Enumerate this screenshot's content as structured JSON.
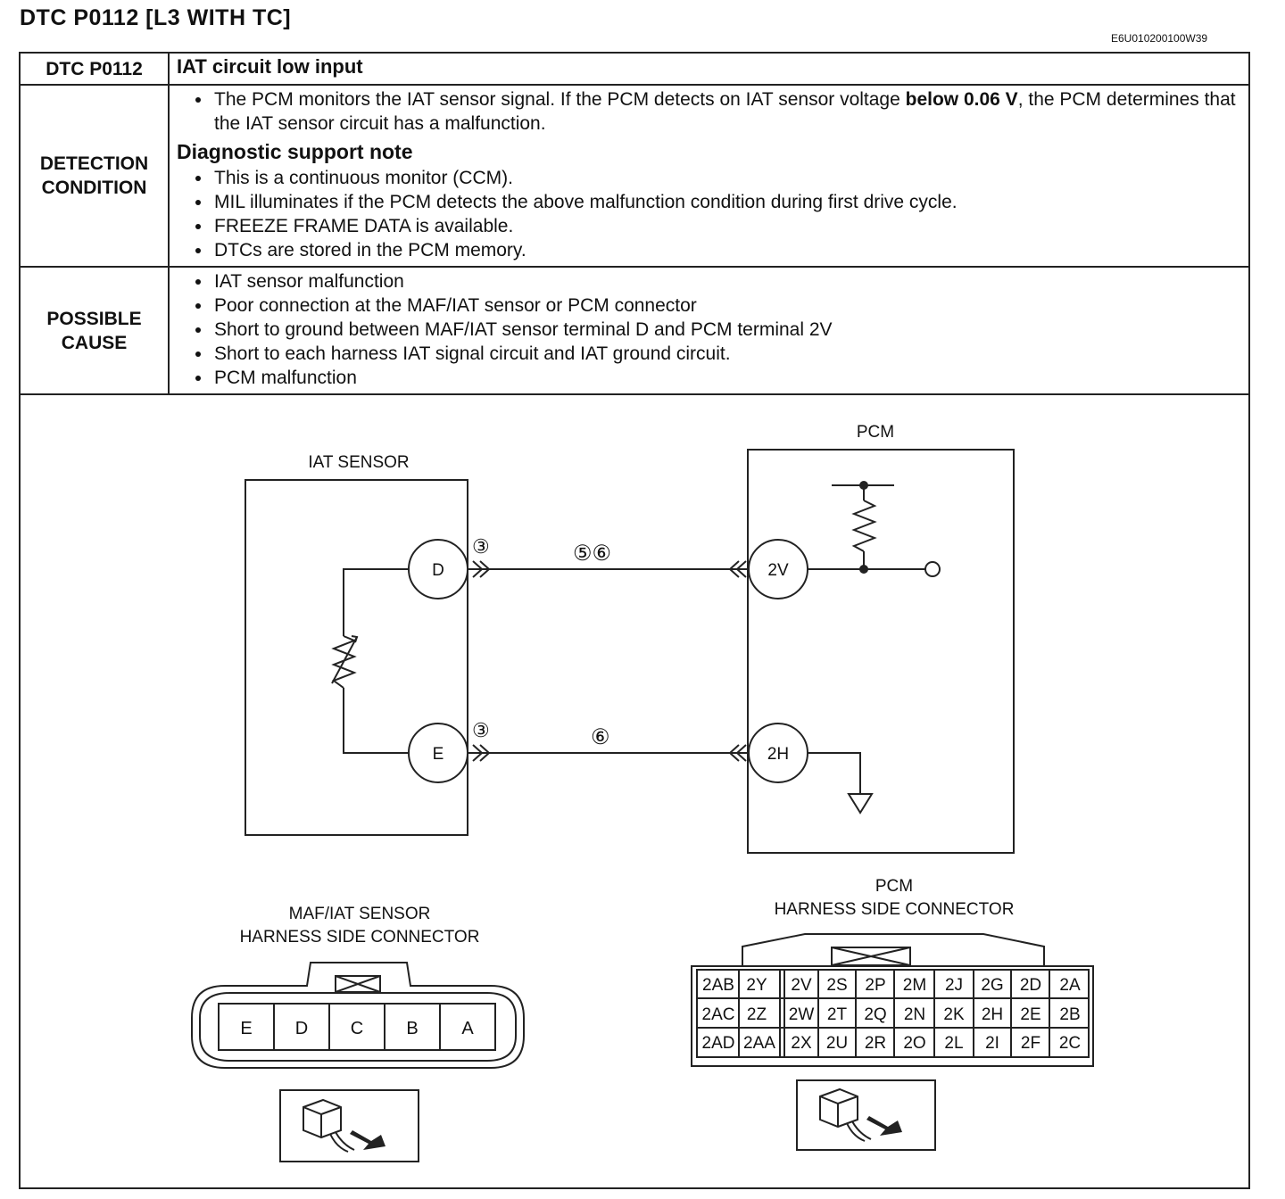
{
  "title": "DTC P0112 [L3 WITH TC]",
  "doc_id": "E6U010200100W39",
  "header": {
    "code": "DTC P0112",
    "description": "IAT circuit low input"
  },
  "detection": {
    "label_line1": "DETECTION",
    "label_line2": "CONDITION",
    "main_pre": "The PCM monitors the IAT sensor signal. If the PCM detects on IAT sensor voltage ",
    "main_bold": "below 0.06 V",
    "main_post": ", the PCM determines that the IAT sensor circuit has a malfunction.",
    "note_heading": "Diagnostic support note",
    "notes": [
      "This is a continuous monitor (CCM).",
      "MIL illuminates if the PCM detects the above malfunction condition during first drive cycle.",
      "FREEZE FRAME DATA is available.",
      "DTCs are stored in the PCM memory."
    ]
  },
  "possible_cause": {
    "label_line1": "POSSIBLE",
    "label_line2": "CAUSE",
    "items": [
      "IAT sensor malfunction",
      "Poor connection at the MAF/IAT sensor or PCM connector",
      "Short to ground between MAF/IAT sensor terminal D and PCM terminal 2V",
      "Short to each harness IAT signal circuit and IAT ground circuit.",
      "PCM malfunction"
    ]
  },
  "diagram": {
    "iat_label": "IAT SENSOR",
    "pcm_label": "PCM",
    "terminal_d": "D",
    "terminal_e": "E",
    "terminal_2v": "2V",
    "terminal_2h": "2H",
    "ref_top_left": "③",
    "ref_top_mid": "⑤⑥",
    "ref_bottom_left": "③",
    "ref_bottom_mid": "⑥",
    "maf_conn_line1": "MAF/IAT SENSOR",
    "maf_conn_line2": "HARNESS SIDE CONNECTOR",
    "maf_pins": [
      "E",
      "D",
      "C",
      "B",
      "A"
    ],
    "pcm_conn_line1": "PCM",
    "pcm_conn_line2": "HARNESS SIDE CONNECTOR",
    "pcm_pins": [
      [
        "2AB",
        "2Y",
        "2V",
        "2S",
        "2P",
        "2M",
        "2J",
        "2G",
        "2D",
        "2A"
      ],
      [
        "2AC",
        "2Z",
        "2W",
        "2T",
        "2Q",
        "2N",
        "2K",
        "2H",
        "2E",
        "2B"
      ],
      [
        "2AD",
        "2AA",
        "2X",
        "2U",
        "2R",
        "2O",
        "2L",
        "2I",
        "2F",
        "2C"
      ]
    ]
  }
}
